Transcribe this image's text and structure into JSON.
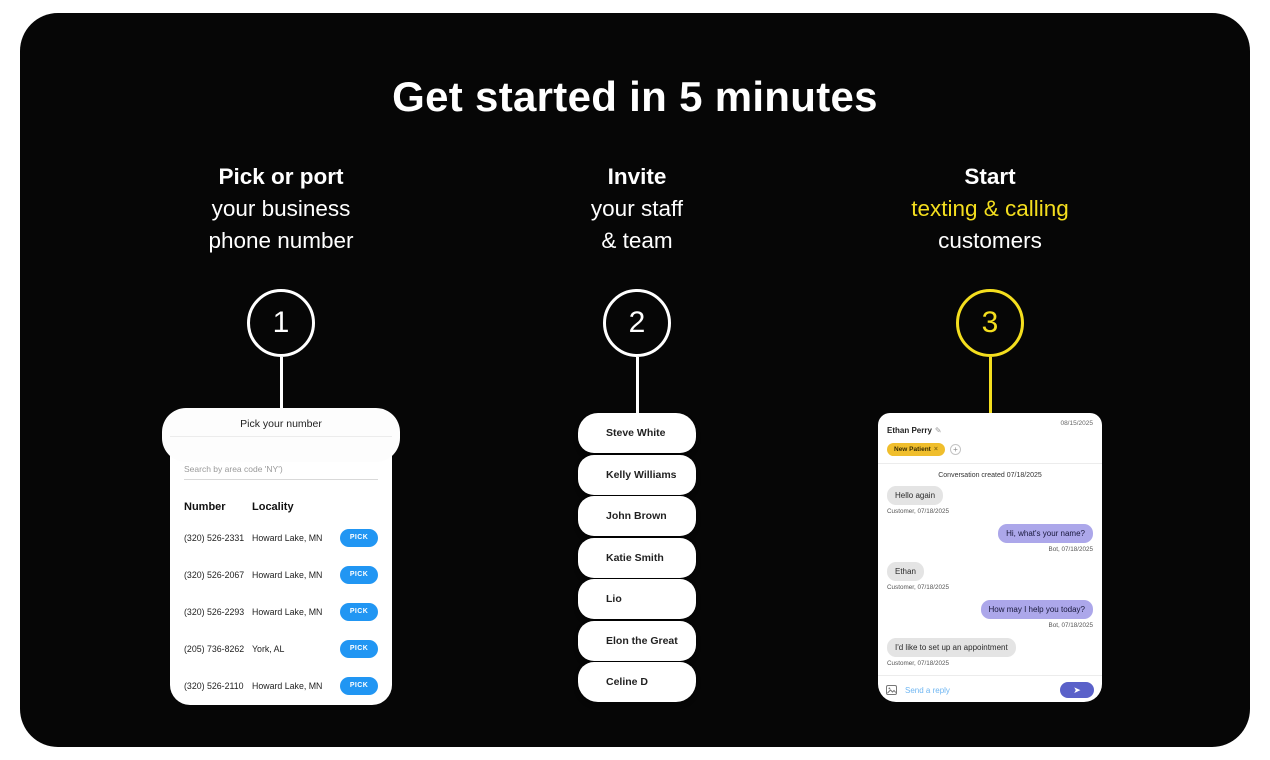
{
  "page": {
    "title": "Get started in 5 minutes"
  },
  "colors": {
    "panel_background": "#060606",
    "accent_yellow": "#F4DE1E",
    "pick_blue": "#2196F3",
    "bubble_gray": "#E4E4E4",
    "bubble_purple": "#ACA7EA",
    "send_purple": "#5A61C9",
    "tag_yellow": "#F0BE2C",
    "reply_placeholder_blue": "#6FB6F2"
  },
  "icons": {
    "edit": "✎",
    "add_tag": "+",
    "remove_tag": "×",
    "send": "➤"
  },
  "steps": [
    {
      "number": "1",
      "bold": "Pick or port",
      "lines": [
        "your business",
        "phone number"
      ]
    },
    {
      "number": "2",
      "bold": "Invite",
      "lines": [
        "your staff",
        "& team"
      ]
    },
    {
      "number": "3",
      "bold": "Start",
      "accent_line": "texting & calling",
      "lines": [
        "customers"
      ]
    }
  ],
  "number_picker": {
    "title": "Pick your number",
    "search_placeholder": "Search by area code 'NY')",
    "columns": [
      "Number",
      "Locality"
    ],
    "pick_label": "PICK",
    "rows": [
      {
        "number": "(320) 526-2331",
        "locality": "Howard Lake, MN"
      },
      {
        "number": "(320) 526-2067",
        "locality": "Howard Lake, MN"
      },
      {
        "number": "(320) 526-2293",
        "locality": "Howard Lake, MN"
      },
      {
        "number": "(205) 736-8262",
        "locality": "York, AL"
      },
      {
        "number": "(320) 526-2110",
        "locality": "Howard Lake, MN"
      }
    ]
  },
  "team_list": {
    "members": [
      "Steve White",
      "Kelly Williams",
      "John Brown",
      "Katie Smith",
      "Lio",
      "Elon the Great",
      "Celine D"
    ]
  },
  "chat": {
    "contact_name": "Ethan Perry",
    "header_date": "08/15/2025",
    "tag": "New Patient",
    "conversation_note": "Conversation created 07/18/2025",
    "messages": [
      {
        "side": "left",
        "text": "Hello again",
        "caption": "Customer, 07/18/2025"
      },
      {
        "side": "right",
        "text": "Hi, what's your name?",
        "caption": "Bot, 07/18/2025"
      },
      {
        "side": "left",
        "text": "Ethan",
        "caption": "Customer, 07/18/2025"
      },
      {
        "side": "right",
        "text": "How may I help you today?",
        "caption": "Bot, 07/18/2025"
      },
      {
        "side": "left",
        "text": "I'd like to set up an appointment",
        "caption": "Customer, 07/18/2025"
      }
    ],
    "composer_placeholder": "Send a reply"
  }
}
